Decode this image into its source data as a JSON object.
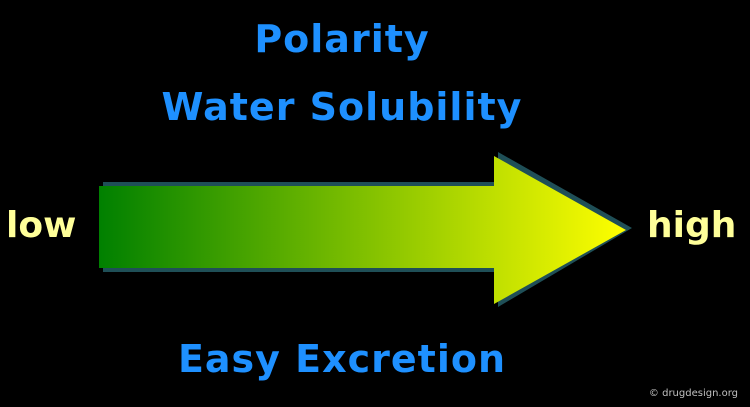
{
  "colors": {
    "background": "#000000",
    "headline": "#1E90FF",
    "end_label": "#FFFF99",
    "arrow_start": "#008000",
    "arrow_end": "#FFFF00",
    "arrow_shadow": "#1F4F57",
    "copyright": "#C0C0C0"
  },
  "diagram": {
    "title_line_1": "Polarity",
    "title_line_2": "Water Solubility",
    "bottom_label": "Easy Excretion",
    "low_label": "low",
    "high_label": "high",
    "copyright": "© drugdesign.org"
  }
}
